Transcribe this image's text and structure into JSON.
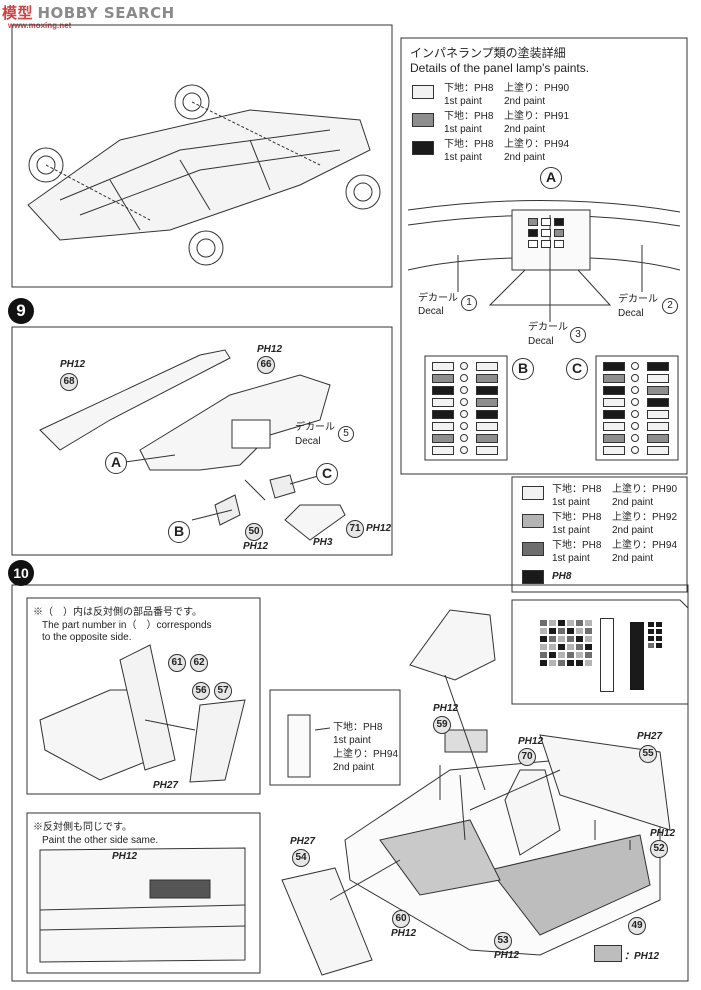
{
  "watermark": {
    "text_cn": "模型",
    "text_en": "HOBBY SEARCH",
    "url": "www.moxing.net"
  },
  "steps": [
    {
      "number": "9"
    },
    {
      "number": "10"
    }
  ],
  "panel_lamp": {
    "title_jp": "インパネランプ類の塗装詳細",
    "title_en": "Details of the panel lamp's paints.",
    "rows": [
      {
        "base": "下地：PH8",
        "top": "上塗り：PH90",
        "first": "1st paint",
        "second": "2nd paint",
        "color": "#f2f2f2"
      },
      {
        "base": "下地：PH8",
        "top": "上塗り：PH91",
        "first": "1st paint",
        "second": "2nd paint",
        "color": "#8e8e8e"
      },
      {
        "base": "下地：PH8",
        "top": "上塗り：PH94",
        "first": "1st paint",
        "second": "2nd paint",
        "color": "#1a1a1a"
      }
    ],
    "decal1": {
      "jp": "デカール",
      "en": "Decal",
      "num": "1"
    },
    "decal2": {
      "jp": "デカール",
      "en": "Decal",
      "num": "2"
    },
    "decal3": {
      "jp": "デカール",
      "en": "Decal",
      "num": "3"
    },
    "label_a": "A",
    "label_b": "B",
    "label_c": "C"
  },
  "step9": {
    "part68": "68",
    "part68_paint": "PH12",
    "part66": "66",
    "part66_paint": "PH12",
    "decal5_jp": "デカール",
    "decal5_en": "Decal",
    "decal5_num": "5",
    "label_a": "A",
    "label_b": "B",
    "label_c": "C",
    "part50": "50",
    "part50_paint": "PH12",
    "part71": "71",
    "part71_paint": "PH12",
    "ph3": "PH3"
  },
  "console_paint": {
    "rows": [
      {
        "base": "下地：PH8",
        "top": "上塗り：PH90",
        "first": "1st paint",
        "second": "2nd paint",
        "color": "#f2f2f2"
      },
      {
        "base": "下地：PH8",
        "top": "上塗り：PH92",
        "first": "1st paint",
        "second": "2nd paint",
        "color": "#b4b4b4"
      },
      {
        "base": "下地：PH8",
        "top": "上塗り：PH94",
        "first": "1st paint",
        "second": "2nd paint",
        "color": "#6e6e6e"
      },
      {
        "base": "PH8",
        "top": "",
        "first": "",
        "second": "",
        "color": "#1a1a1a"
      }
    ]
  },
  "step10": {
    "note_jp": "※（　）内は反対側の部品番号です。",
    "note_en1": "The part number in（　）corresponds",
    "note_en2": "to the opposite side.",
    "part61": "61",
    "part62": "62",
    "part56": "56",
    "part57": "57",
    "ph27_seat": "PH27",
    "note2_jp": "※反対側も同じです。",
    "note2_en": "Paint the other side same.",
    "door_ph12": "PH12",
    "strip_base": "下地：PH8",
    "strip_first": "1st paint",
    "strip_top": "上塗り：PH94",
    "strip_second": "2nd paint",
    "part59": "59",
    "part59_paint": "PH12",
    "part70": "70",
    "part70_paint": "PH12",
    "part55": "55",
    "part55_paint": "PH27",
    "part52": "52",
    "part52_paint": "PH12",
    "part54": "54",
    "part54_paint": "PH27",
    "part60": "60",
    "part60_paint": "PH12",
    "part53": "53",
    "part53_paint": "PH12",
    "part49": "49",
    "legend_paint": "：PH12"
  }
}
